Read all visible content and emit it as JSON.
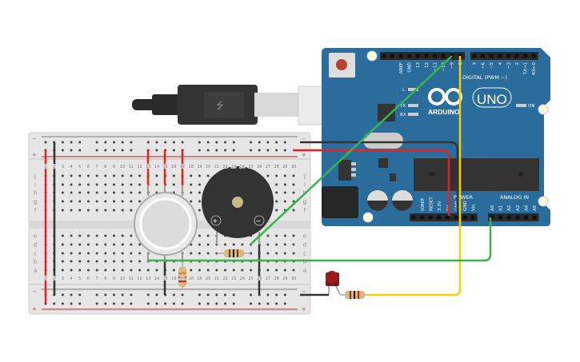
{
  "arduino": {
    "brand": "ARDUINO",
    "model": "UNO",
    "digital_title": "DIGITAL (PWM ~)",
    "digital_left": [
      "AREF",
      "GND",
      "13",
      "12",
      "~11",
      "~10",
      "~9",
      "8"
    ],
    "digital_right": [
      "7",
      "~6",
      "~5",
      "4",
      "~3",
      "2",
      "TX→1",
      "RX←0"
    ],
    "power_title": "POWER",
    "power_pins": [
      "IOREF",
      "RESET",
      "3.3V",
      "5V",
      "GND",
      "GND",
      "Vin"
    ],
    "analog_title": "ANALOG IN",
    "analog_pins": [
      "A0",
      "A1",
      "A2",
      "A3",
      "A4",
      "A5"
    ],
    "led_l": "L",
    "led_tx": "TX",
    "led_rx": "RX",
    "led_on": "ON",
    "board_color": "#2a6c9c"
  },
  "breadboard": {
    "rows_top": [
      "j",
      "i",
      "h",
      "g",
      "f"
    ],
    "rows_bottom": [
      "e",
      "d",
      "c",
      "b",
      "a"
    ],
    "columns": [
      "1",
      "2",
      "3",
      "4",
      "5",
      "6",
      "7",
      "8",
      "9",
      "10",
      "11",
      "12",
      "13",
      "14",
      "15",
      "16",
      "17",
      "18",
      "19",
      "20",
      "21",
      "22",
      "23",
      "24",
      "25",
      "26",
      "27",
      "28",
      "29",
      "30"
    ],
    "minus": "−",
    "plus": "+"
  },
  "buzzer": {
    "plus": "+",
    "minus": "−"
  },
  "wires": {
    "red": "#e8221e",
    "black": "#333333",
    "green": "#3bb44a",
    "yellow": "#f5d000"
  }
}
